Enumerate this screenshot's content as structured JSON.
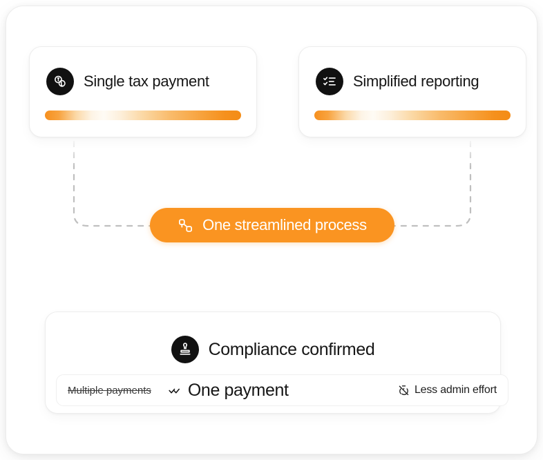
{
  "diagram": {
    "title_hidden": "",
    "accent_color": "#fa9421",
    "dark_badge_color": "#111111"
  },
  "top_cards": [
    {
      "id": "single-tax-payment",
      "title": "Single tax payment",
      "icon": "coins-icon",
      "progress_bar": {
        "name": "gradient-progress-bar",
        "gradient_from": "#f6901f",
        "gradient_mid": "#fefbf5",
        "gradient_to": "#f48c16"
      }
    },
    {
      "id": "simplified-reporting",
      "title": "Simplified reporting",
      "icon": "checklist-icon",
      "progress_bar": {
        "name": "gradient-progress-bar",
        "gradient_from": "#f6901f",
        "gradient_mid": "#fefbf5",
        "gradient_to": "#f48c16"
      }
    }
  ],
  "pill": {
    "label": "One streamlined process",
    "icon": "workflow-nodes-icon",
    "background": "#fa9421",
    "text_color": "#ffffff"
  },
  "connectors": {
    "style": "dashed",
    "color": "#bfbfbf",
    "left_branch": "single-tax-payment-to-pill",
    "right_branch": "simplified-reporting-to-pill",
    "down_branch": "pill-to-compliance"
  },
  "bottom_card": {
    "title": "Compliance confirmed",
    "icon": "stamp-icon",
    "summary_row": {
      "struck_label": "Multiple payments",
      "primary_label": "One payment",
      "primary_icon": "double-check-icon",
      "side_label": "Less admin effort",
      "side_icon": "timer-off-icon"
    }
  }
}
